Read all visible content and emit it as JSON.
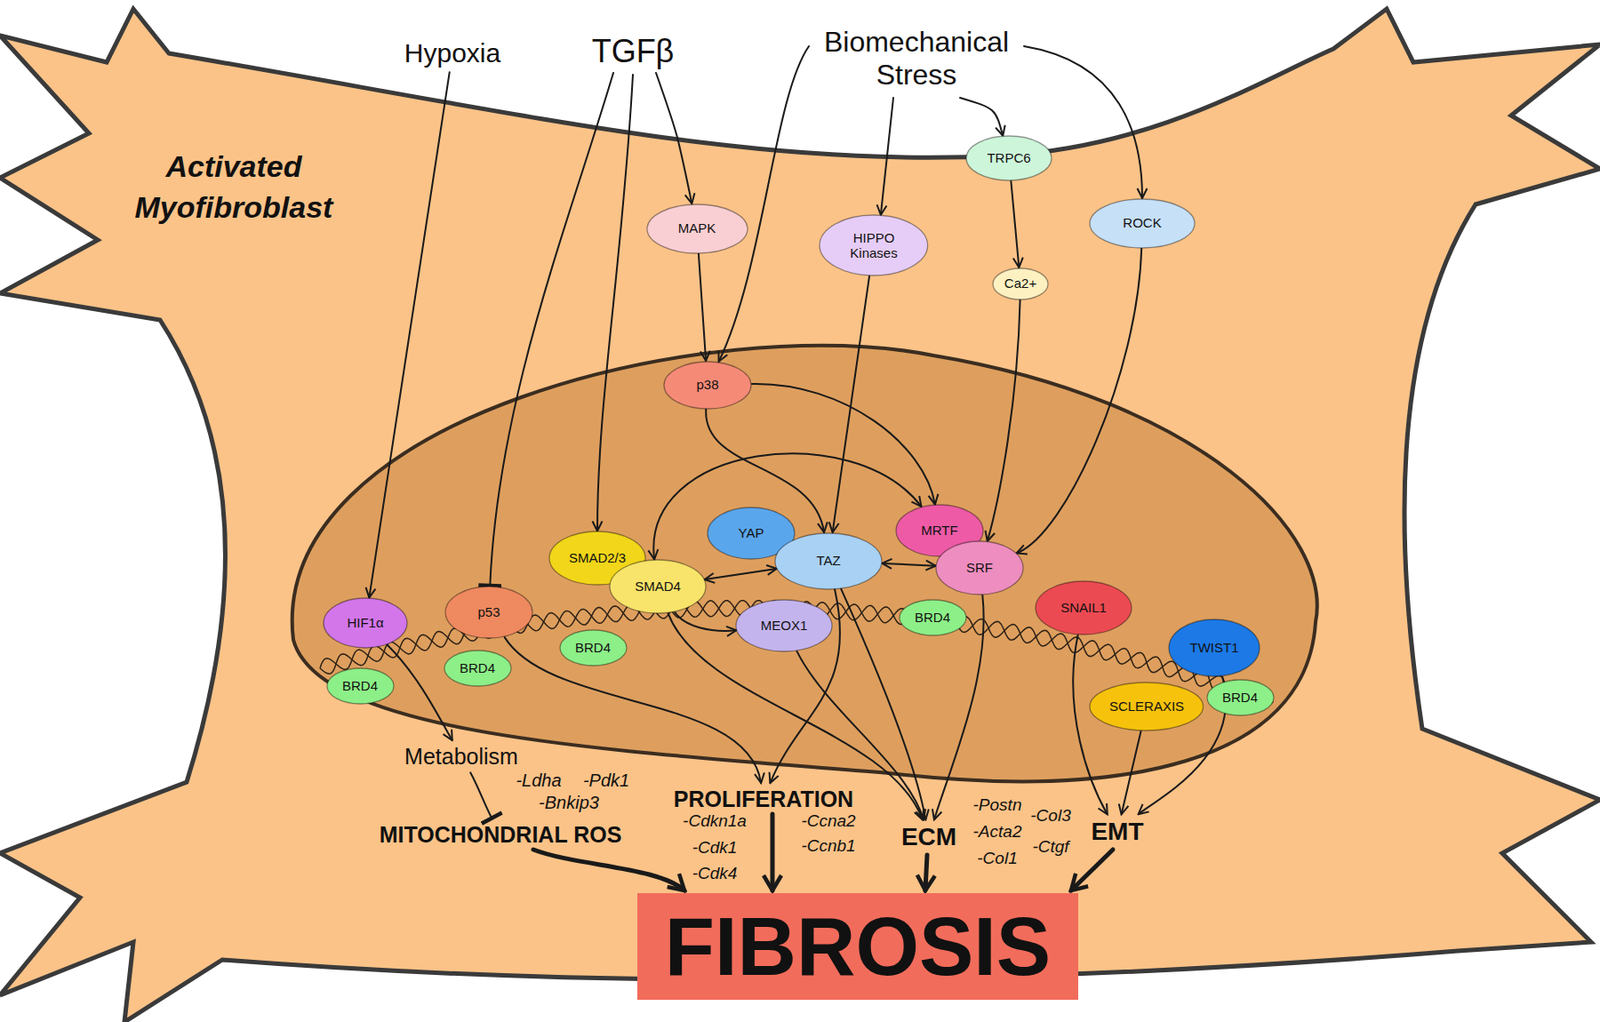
{
  "diagram": {
    "nodes": [
      {
        "text": [
          "Activated Myofibroblast"
        ]
      },
      {
        "text": [
          "MAPK"
        ],
        "in": 0
      },
      {
        "text": [
          "HIPPO Kinases"
        ],
        "in": 0
      },
      {
        "text": [
          "TRPC6"
        ],
        "in": 0
      },
      {
        "text": [
          "Ca2+"
        ],
        "in": 0
      },
      {
        "text": [
          "ROCK"
        ],
        "in": 0
      },
      {
        "text": [
          "p38"
        ],
        "in": 0
      },
      {
        "text": [
          "SMAD2/3"
        ],
        "in": 0
      },
      {
        "text": [
          "SMAD4"
        ],
        "in": 0
      },
      {
        "text": [
          "YAP"
        ],
        "in": 0
      },
      {
        "text": [
          "TAZ"
        ],
        "in": 0
      },
      {
        "text": [
          "MRTF"
        ],
        "in": 0
      },
      {
        "text": [
          "SRF"
        ],
        "in": 0
      },
      {
        "text": [
          "HIF1α"
        ],
        "in": 0
      },
      {
        "text": [
          "p53"
        ],
        "in": 0
      },
      {
        "text": [
          "MEOX1"
        ],
        "in": 0
      },
      {
        "text": [
          "SNAIL1"
        ],
        "in": 0
      },
      {
        "text": [
          "TWIST1"
        ],
        "in": 0
      },
      {
        "text": [
          "SCLERAXIS"
        ],
        "in": 0
      },
      {
        "text": [
          "BRD4"
        ],
        "in": 0
      },
      {
        "text": [
          "BRD4"
        ],
        "in": 0
      },
      {
        "text": [
          "BRD4"
        ],
        "in": 0
      },
      {
        "text": [
          "BRD4"
        ],
        "in": 0
      },
      {
        "text": [
          "BRD4"
        ],
        "in": 0
      },
      {
        "text": [
          "FIBROSIS"
        ],
        "in": 0
      }
    ],
    "edges": [
      {
        "from": 1,
        "to": 6,
        "arrow": "to"
      },
      {
        "from": 2,
        "to": 10,
        "arrow": "to"
      },
      {
        "from": 3,
        "to": 4,
        "arrow": "to"
      },
      {
        "from": 4,
        "to": 12,
        "arrow": "to"
      },
      {
        "from": 5,
        "to": 12,
        "arrow": "to"
      },
      {
        "from": 6,
        "to": 10,
        "arrow": "to"
      },
      {
        "from": 6,
        "to": 11,
        "arrow": "to"
      },
      {
        "from": 8,
        "to": 11,
        "arrow": "both"
      },
      {
        "from": 8,
        "to": 10,
        "arrow": "both"
      },
      {
        "from": 10,
        "to": 12,
        "arrow": "both"
      },
      {
        "from": 8,
        "to": 15,
        "arrow": "to"
      }
    ],
    "labels": [
      "Hypoxia",
      "TGFβ",
      "Biomechanical Stress",
      "Metabolism",
      "-Ldha",
      "-Pdk1",
      "-Bnkip3",
      "MITOCHONDRIAL ROS",
      "PROLIFERATION",
      "-Cdkn1a",
      "-Cdk1",
      "-Cdk4",
      "-Ccna2",
      "-Ccnb1",
      "ECM",
      "-Postn",
      "-Acta2",
      "-Col1",
      "-Col3",
      "-Ctgf",
      "EMT"
    ]
  }
}
